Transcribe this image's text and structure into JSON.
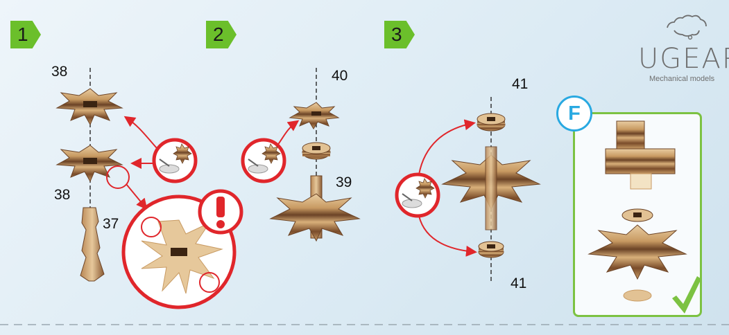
{
  "steps": [
    {
      "number": "1"
    },
    {
      "number": "2"
    },
    {
      "number": "3"
    }
  ],
  "parts": {
    "p38_top": "38",
    "p38_bottom": "38",
    "p37": "37",
    "p40": "40",
    "p39": "39",
    "p41_top": "41",
    "p41_bottom": "41"
  },
  "brand": {
    "name": "UGEARS",
    "tagline": "Mechanical models"
  },
  "final": {
    "badge_letter": "F"
  },
  "colors": {
    "step_green": "#6bbf2b",
    "arrow_red": "#e0262b",
    "badge_blue": "#29a9e1",
    "frame_green": "#7cc242",
    "wood_light": "#e2c294",
    "wood_dark": "#6b4326"
  },
  "icons": [
    "glue-pot-icon",
    "warning-icon",
    "check-mark-icon",
    "gear-logo-icon"
  ]
}
